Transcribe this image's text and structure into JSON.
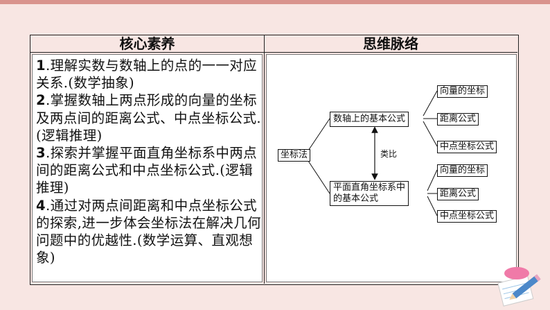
{
  "table": {
    "left_header": "核心素养",
    "right_header": "思维脉络"
  },
  "points": [
    {
      "num": "1",
      "text": ".理解实数与数轴上的点的一一对应关系.(数学抽象)"
    },
    {
      "num": "2",
      "text": ".掌握数轴上两点形成的向量的坐标及两点间的距离公式、中点坐标公式.(逻辑推理)"
    },
    {
      "num": "3",
      "text": ".探索并掌握平面直角坐标系中两点间的距离公式和中点坐标公式.(逻辑推理)"
    },
    {
      "num": "4",
      "text": ".通过对两点间距离和中点坐标公式的探索,进一步体会坐标法在解决几何问题中的优越性.(数学运算、直观想象)"
    }
  ],
  "mindmap": {
    "root": "坐标法",
    "branch_top": "数轴上的基本公式",
    "branch_bottom_line1": "平面直角坐标系中",
    "branch_bottom_line2": "的基本公式",
    "analogy": "类比",
    "top_leaves": [
      "向量的坐标",
      "距离公式",
      "中点坐标公式"
    ],
    "bottom_leaves": [
      "向量的坐标",
      "距离公式",
      "中点坐标公式"
    ]
  }
}
